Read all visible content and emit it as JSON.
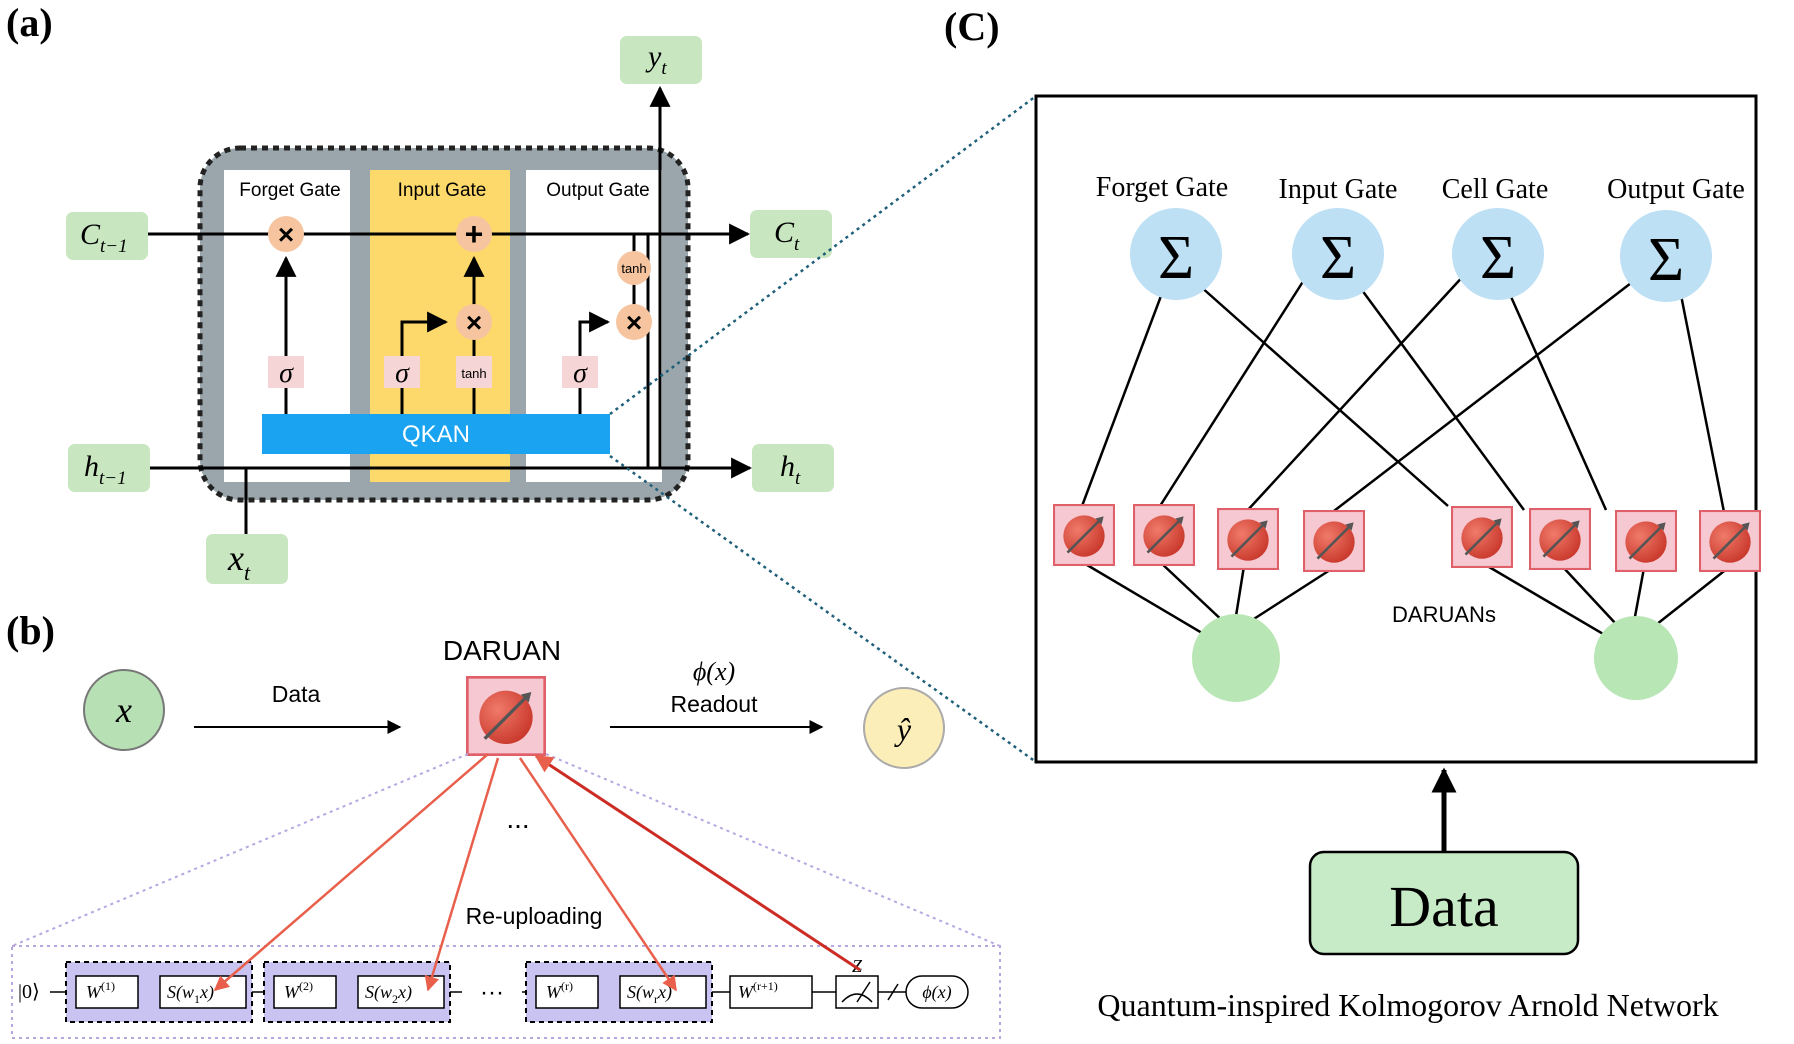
{
  "panel_labels": {
    "a": "(a)",
    "b": "(b)",
    "c": "(C)"
  },
  "lstm": {
    "gates": [
      "Forget Gate",
      "Input Gate",
      "Output Gate"
    ],
    "inputs": {
      "c_prev": "C",
      "c_prev_sub": "t−1",
      "h_prev": "h",
      "h_prev_sub": "t−1",
      "x": "x",
      "x_sub": "t"
    },
    "outputs": {
      "c": "C",
      "c_sub": "t",
      "h": "h",
      "h_sub": "t",
      "y": "y",
      "y_sub": "t"
    },
    "ops": {
      "mul": "×",
      "add": "+",
      "sigma": "σ",
      "tanh": "tanh"
    },
    "qkan_label": "QKAN",
    "colors": {
      "state": "#c8e6c0",
      "gray": "#9aa6ab",
      "yellow": "#fdd86a",
      "qkan": "#1aa3f0",
      "op": "#f6c5a0",
      "sigma": "#f5d5d5"
    }
  },
  "daruan": {
    "title": "DARUAN",
    "x_label": "x",
    "data_label": "Data",
    "phi_label": "ϕ(x)",
    "readout_label": "Readout",
    "yhat_label": "ŷ",
    "dots": "...",
    "reupload_label": "Re-uploading",
    "circuit": {
      "ket": "|0⟩",
      "blocks": [
        {
          "w": "W",
          "w_sup": "(1)",
          "s": "S(w",
          "s_sub": "1",
          "s_end": "x)"
        },
        {
          "w": "W",
          "w_sup": "(2)",
          "s": "S(w",
          "s_sub": "2",
          "s_end": "x)"
        },
        {
          "w": "W",
          "w_sup": "(r)",
          "s": "S(w",
          "s_sub": "r",
          "s_end": "x)"
        }
      ],
      "ellipsis": "···",
      "final_w": "W",
      "final_w_sup": "(r+1)",
      "measure_label": "Z",
      "output": "ϕ(x)"
    }
  },
  "network": {
    "gates": [
      "Forget Gate",
      "Input Gate",
      "Cell Gate",
      "Output Gate"
    ],
    "sum_symbol": "Σ",
    "daruans_label": "DARUANs",
    "data_label": "Data",
    "caption": "Quantum-inspired Kolmogorov Arnold Network",
    "colors": {
      "sum": "#bde0f5",
      "node": "#b8e6b5",
      "data": "#c8ebc7"
    }
  }
}
